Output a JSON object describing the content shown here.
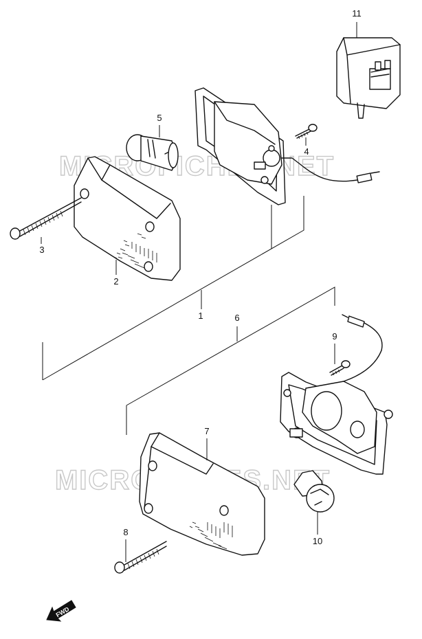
{
  "watermark": "MICROFICHES.NET",
  "fwd_label": "FWD",
  "callouts": {
    "c1": "1",
    "c2": "2",
    "c3": "3",
    "c4": "4",
    "c5": "5",
    "c6": "6",
    "c7": "7",
    "c8": "8",
    "c9": "9",
    "c10": "10",
    "c11": "11"
  }
}
